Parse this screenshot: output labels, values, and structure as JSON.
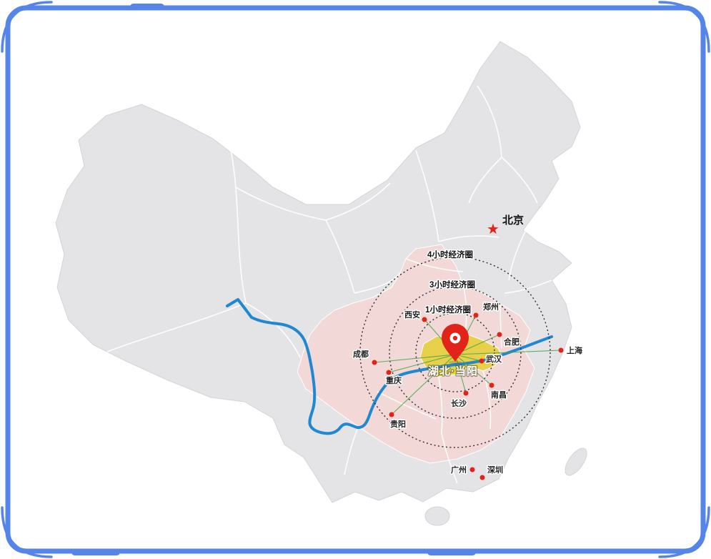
{
  "frame": {
    "color": "#5585e8"
  },
  "map": {
    "location_label": "湖北·当阳",
    "capital": {
      "name": "北京",
      "star_icon": "★"
    },
    "rings": [
      {
        "label": "1小时经济圈"
      },
      {
        "label": "3小时经济圈"
      },
      {
        "label": "4小时经济圈"
      }
    ],
    "cities": [
      {
        "name": "西安"
      },
      {
        "name": "郑州"
      },
      {
        "name": "合肥"
      },
      {
        "name": "上海"
      },
      {
        "name": "成都"
      },
      {
        "name": "重庆"
      },
      {
        "name": "武汉"
      },
      {
        "name": "长沙"
      },
      {
        "name": "南昌"
      },
      {
        "name": "贵阳"
      },
      {
        "name": "广州"
      },
      {
        "name": "深圳"
      }
    ],
    "colors": {
      "land": "#e4e4e6",
      "highlight_region": "#f2d9d7",
      "hubei": "#e7d04a",
      "river": "#1f88d0",
      "marker_red": "#e2231a",
      "link_green": "#46a34b"
    }
  }
}
